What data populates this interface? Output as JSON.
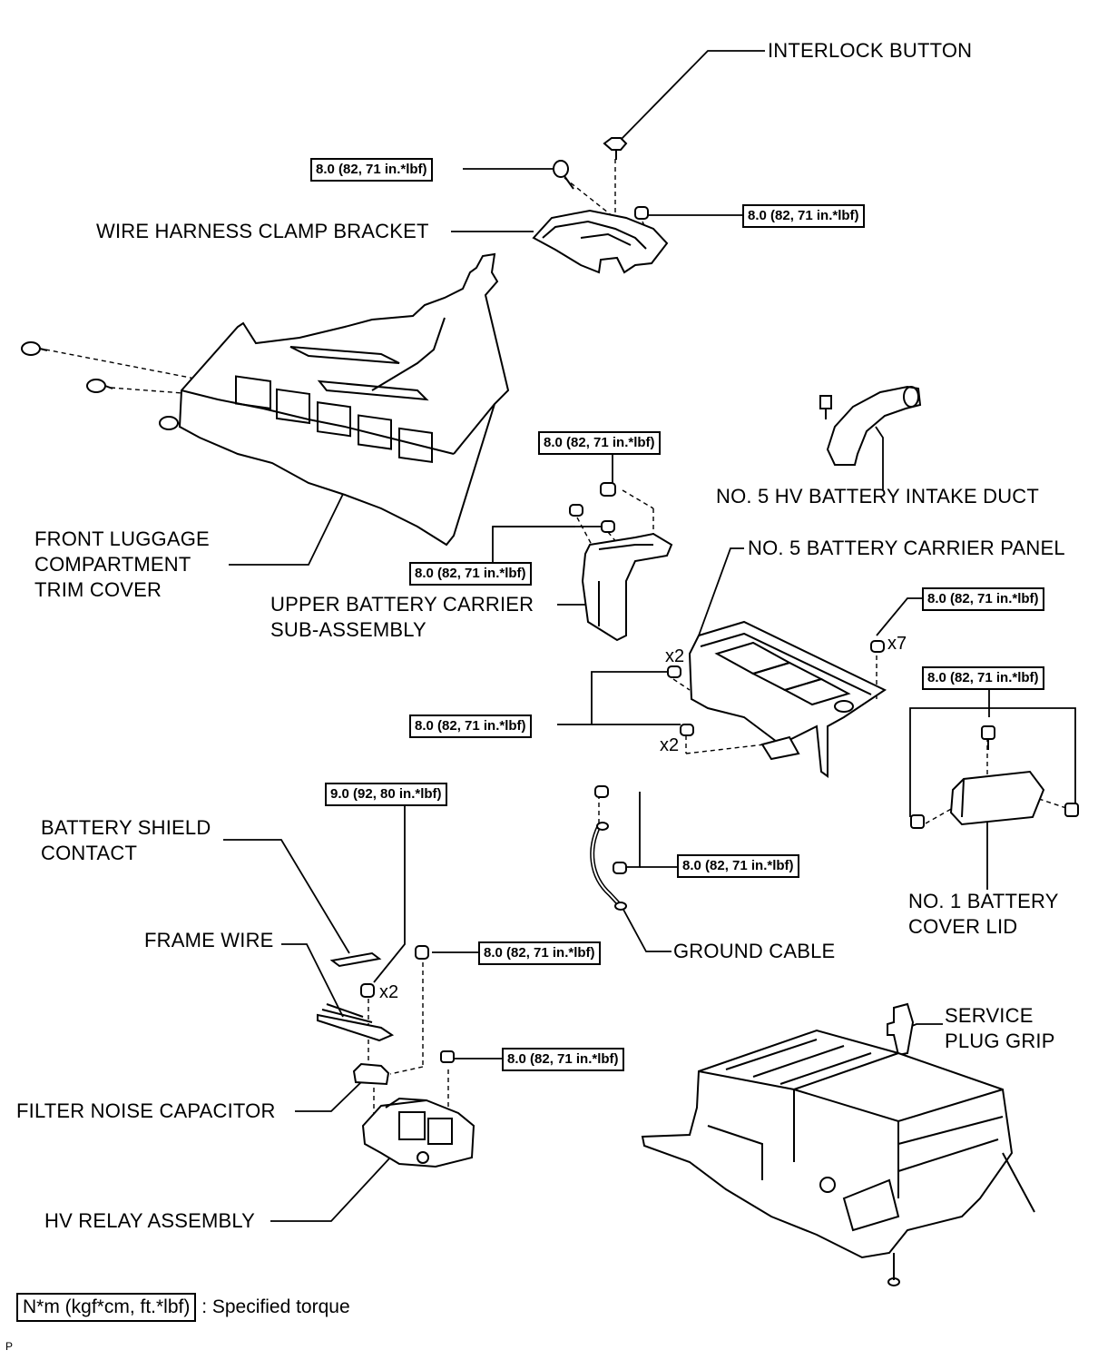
{
  "labels": {
    "interlock_button": "INTERLOCK BUTTON",
    "wire_harness_clamp_bracket": "WIRE HARNESS CLAMP BRACKET",
    "no5_hv_battery_intake_duct": "NO. 5 HV BATTERY INTAKE DUCT",
    "front_luggage_line1": "FRONT LUGGAGE",
    "front_luggage_line2": "COMPARTMENT",
    "front_luggage_line3": "TRIM COVER",
    "no5_battery_carrier_panel": "NO. 5 BATTERY CARRIER PANEL",
    "upper_battery_carrier_line1": "UPPER BATTERY CARRIER",
    "upper_battery_carrier_line2": "SUB-ASSEMBLY",
    "battery_shield_line1": "BATTERY SHIELD",
    "battery_shield_line2": "CONTACT",
    "no1_battery_cover_line1": "NO. 1 BATTERY",
    "no1_battery_cover_line2": "COVER LID",
    "frame_wire": "FRAME WIRE",
    "ground_cable": "GROUND CABLE",
    "service_plug_line1": "SERVICE",
    "service_plug_line2": "PLUG GRIP",
    "filter_noise_capacitor": "FILTER NOISE CAPACITOR",
    "hv_relay_assembly": "HV RELAY ASSEMBLY"
  },
  "torques": {
    "t1": "8.0 (82, 71 in.*lbf)",
    "t2": "8.0 (82, 71 in.*lbf)",
    "t3": "8.0 (82, 71 in.*lbf)",
    "t4": "8.0 (82, 71 in.*lbf)",
    "t5": "8.0 (82, 71 in.*lbf)",
    "t6": "8.0 (82, 71 in.*lbf)",
    "t7": "8.0 (82, 71 in.*lbf)",
    "t8": "9.0 (92, 80 in.*lbf)",
    "t9": "8.0 (82, 71 in.*lbf)",
    "t10": "8.0 (82, 71 in.*lbf)",
    "t11": "8.0 (82, 71 in.*lbf)"
  },
  "multipliers": {
    "x7": "x7",
    "x2a": "x2",
    "x2b": "x2",
    "x2c": "x2"
  },
  "legend": {
    "unit": "N*m (kgf*cm, ft.*lbf)",
    "text": ": Specified torque"
  },
  "page_code": "P"
}
